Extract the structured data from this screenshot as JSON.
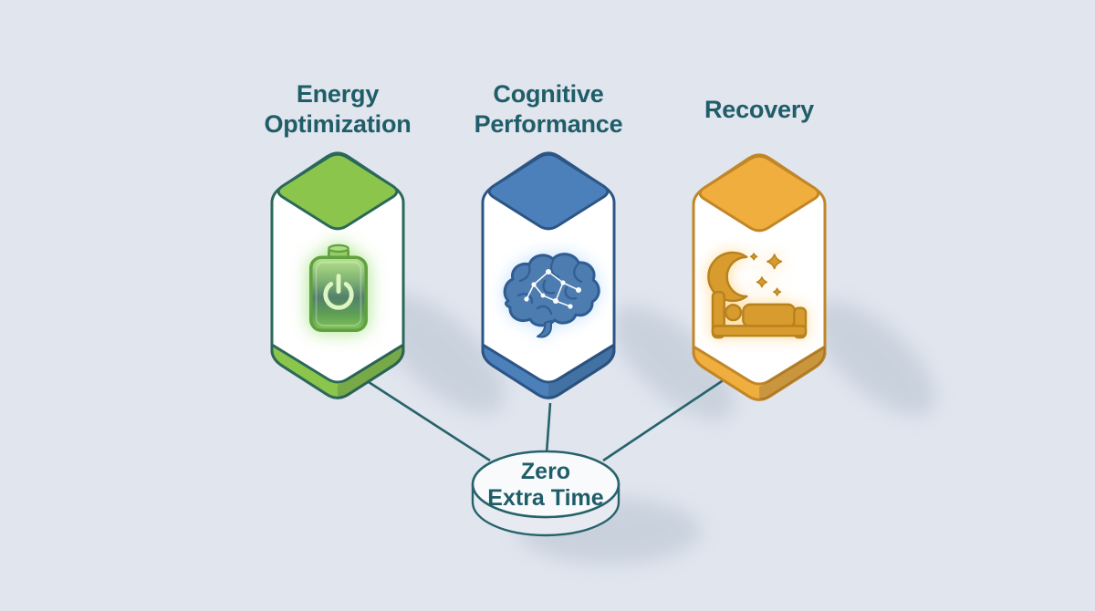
{
  "diagram_type": "benefits-convergence-infographic",
  "pillars": [
    {
      "title": "Energy Optimization",
      "icon": "battery-power-icon",
      "accent": "#8cc54c",
      "outline": "#2b685a"
    },
    {
      "title": "Cognitive Performance",
      "icon": "brain-network-icon",
      "accent": "#4b80ba",
      "outline": "#2c5585"
    },
    {
      "title": "Recovery",
      "icon": "moon-bed-sleep-icon",
      "accent": "#f0ae3e",
      "outline": "#c18627"
    }
  ],
  "hub": {
    "label": "Zero Extra Time",
    "label_lines": [
      "Zero",
      "Extra Time"
    ],
    "shape": "disc"
  },
  "colors": {
    "background": "#e0e5ee",
    "connector": "#27626b",
    "title_text": "#1f5d68",
    "disc_fill": "#f8fafc",
    "disc_rim": "#e7ebf1",
    "shadow": "#b4bfcd"
  }
}
